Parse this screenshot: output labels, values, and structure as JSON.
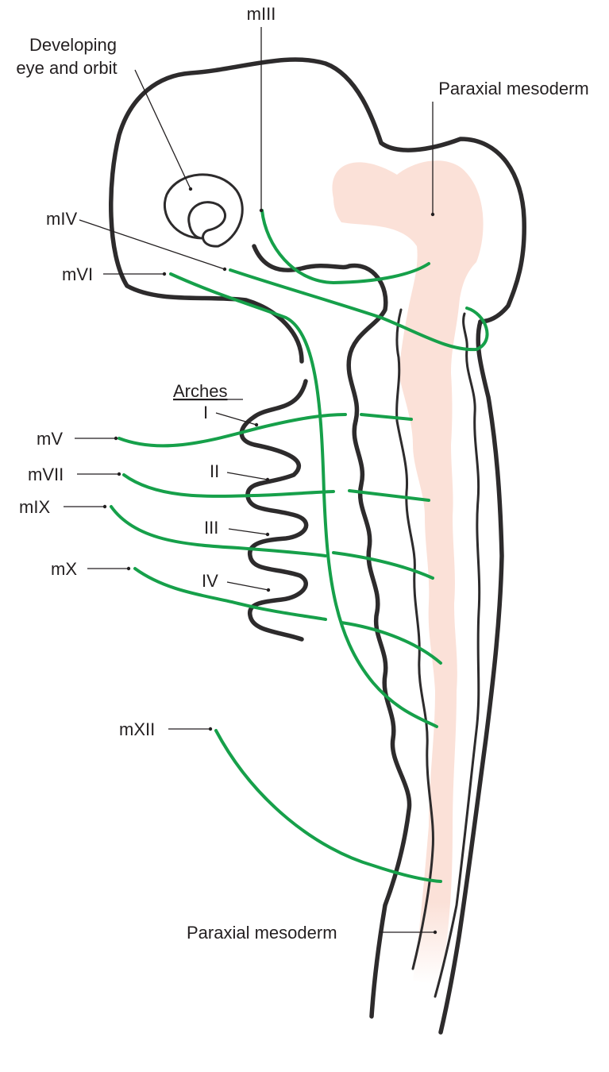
{
  "labels": {
    "developing_eye_1": "Developing",
    "developing_eye_2": "eye and orbit",
    "paraxial_mesoderm_top": "Paraxial mesoderm",
    "paraxial_mesoderm_bottom": "Paraxial mesoderm",
    "arches_heading": "Arches",
    "arch_1": "I",
    "arch_2": "II",
    "arch_3": "III",
    "arch_4": "IV"
  },
  "nerves": {
    "m3": "mIII",
    "m4": "mIV",
    "m6": "mVI",
    "m5": "mV",
    "m7": "mVII",
    "m9": "mIX",
    "m10": "mX",
    "m12": "mXII"
  },
  "colors": {
    "outline": "#2d2b2c",
    "nerve": "#16a04a",
    "mesoderm": "#fbe1d8",
    "text": "#231f20"
  }
}
